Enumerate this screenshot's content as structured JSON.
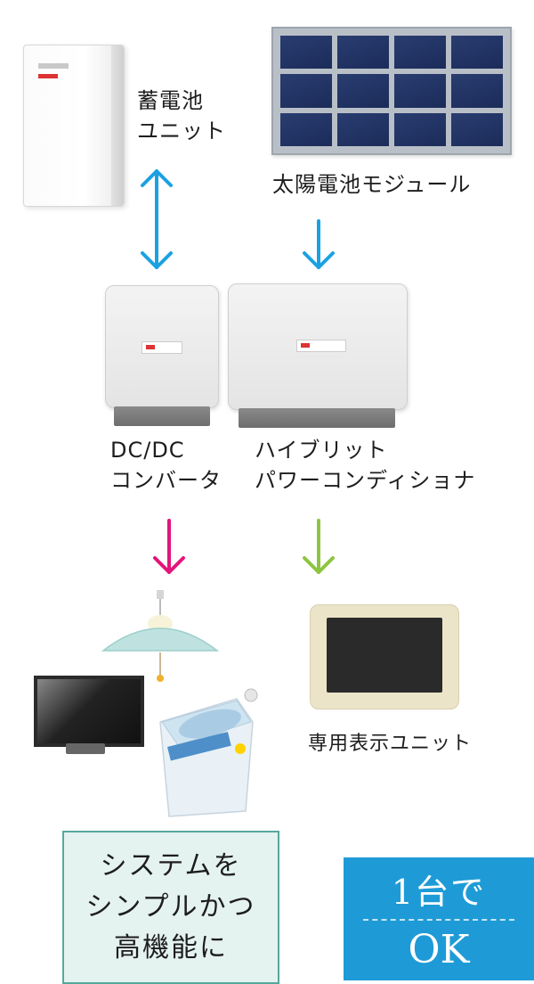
{
  "components": {
    "battery_unit": {
      "label_line1": "蓄電池",
      "label_line2": "ユニット"
    },
    "solar_module": {
      "label": "太陽電池モジュール"
    },
    "dcdc_converter": {
      "label_line1": "DC/DC",
      "label_line2": "コンバータ"
    },
    "hybrid_pcs": {
      "label_line1": "ハイブリット",
      "label_line2": "パワーコンディショナ"
    },
    "display_unit": {
      "label": "専用表示ユニット"
    }
  },
  "callouts": {
    "system": {
      "line1": "システムを",
      "line2": "シンプルかつ",
      "line3": "高機能に"
    },
    "one_unit": {
      "line1": "1台で",
      "line2": "OK"
    }
  },
  "colors": {
    "bidirectional_arrow": "#1ba1e2",
    "solar_arrow": "#1ba1e2",
    "appliance_arrow": "#e3157b",
    "display_arrow": "#8cc63f",
    "ok_box": "#1e9bd7",
    "system_box_border": "#55a89c"
  },
  "icons": [
    "battery-unit-icon",
    "solar-panel-icon",
    "dcdc-converter-icon",
    "power-conditioner-icon",
    "pendant-lamp-icon",
    "tv-icon",
    "washing-machine-icon",
    "display-unit-icon"
  ]
}
